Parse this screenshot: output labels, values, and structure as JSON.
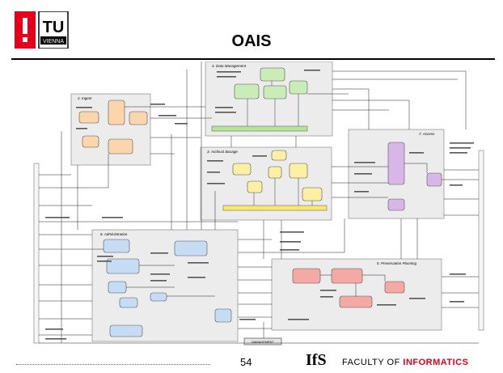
{
  "header": {
    "title": "OAIS"
  },
  "logos": {
    "tu_text": "TU",
    "vienna_text": "VIENNA",
    "red": "#e2001a"
  },
  "diagram": {
    "sections": {
      "data_management": "4. Data Management",
      "ingest": "2. Ingest",
      "archival_storage": "3. Archival Storage",
      "access": "7. Access",
      "administration": "6. Administration",
      "preservation_planning": "5. Preservation Planning"
    },
    "bottom_box": "MANAGEMENT"
  },
  "footer": {
    "page": "54",
    "ifs": "IfS",
    "faculty": "FACULTY OF",
    "informatics": "INFORMATICS"
  }
}
